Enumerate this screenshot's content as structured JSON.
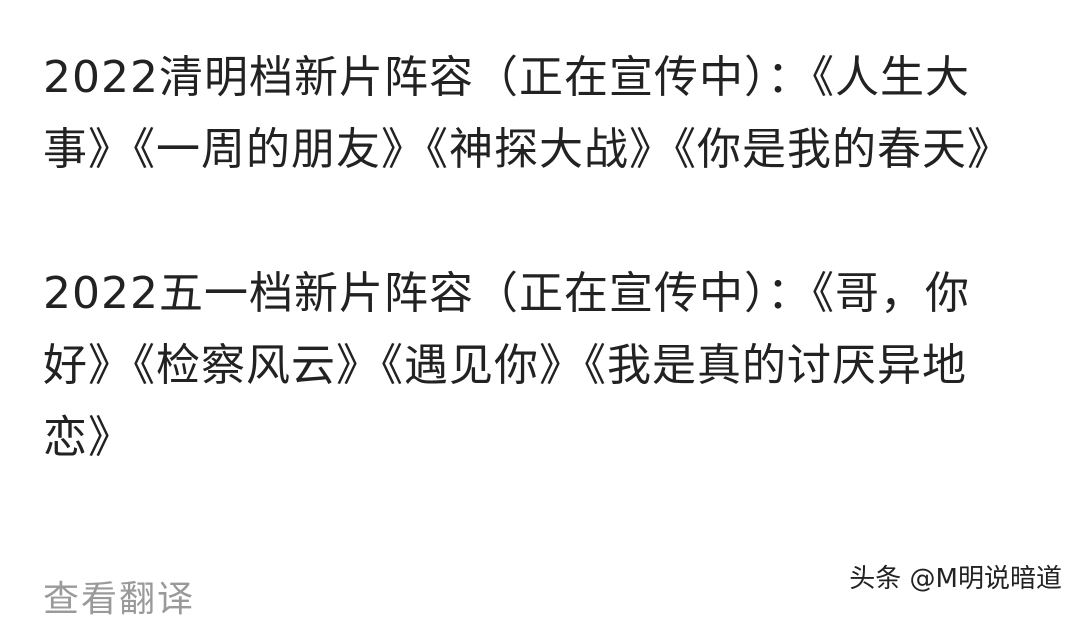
{
  "paragraphs": [
    {
      "text": "2022清明档新片阵容（正在宣传中）：《人生大事》《一周的朋友》《神探大战》《你是我的春天》"
    },
    {
      "text": "2022五一档新片阵容（正在宣传中）：《哥，你好》《检察风云》《遇见你》《我是真的讨厌异地恋》"
    }
  ],
  "translate_link": "查看翻译",
  "watermark": "头条 @M明说暗道"
}
